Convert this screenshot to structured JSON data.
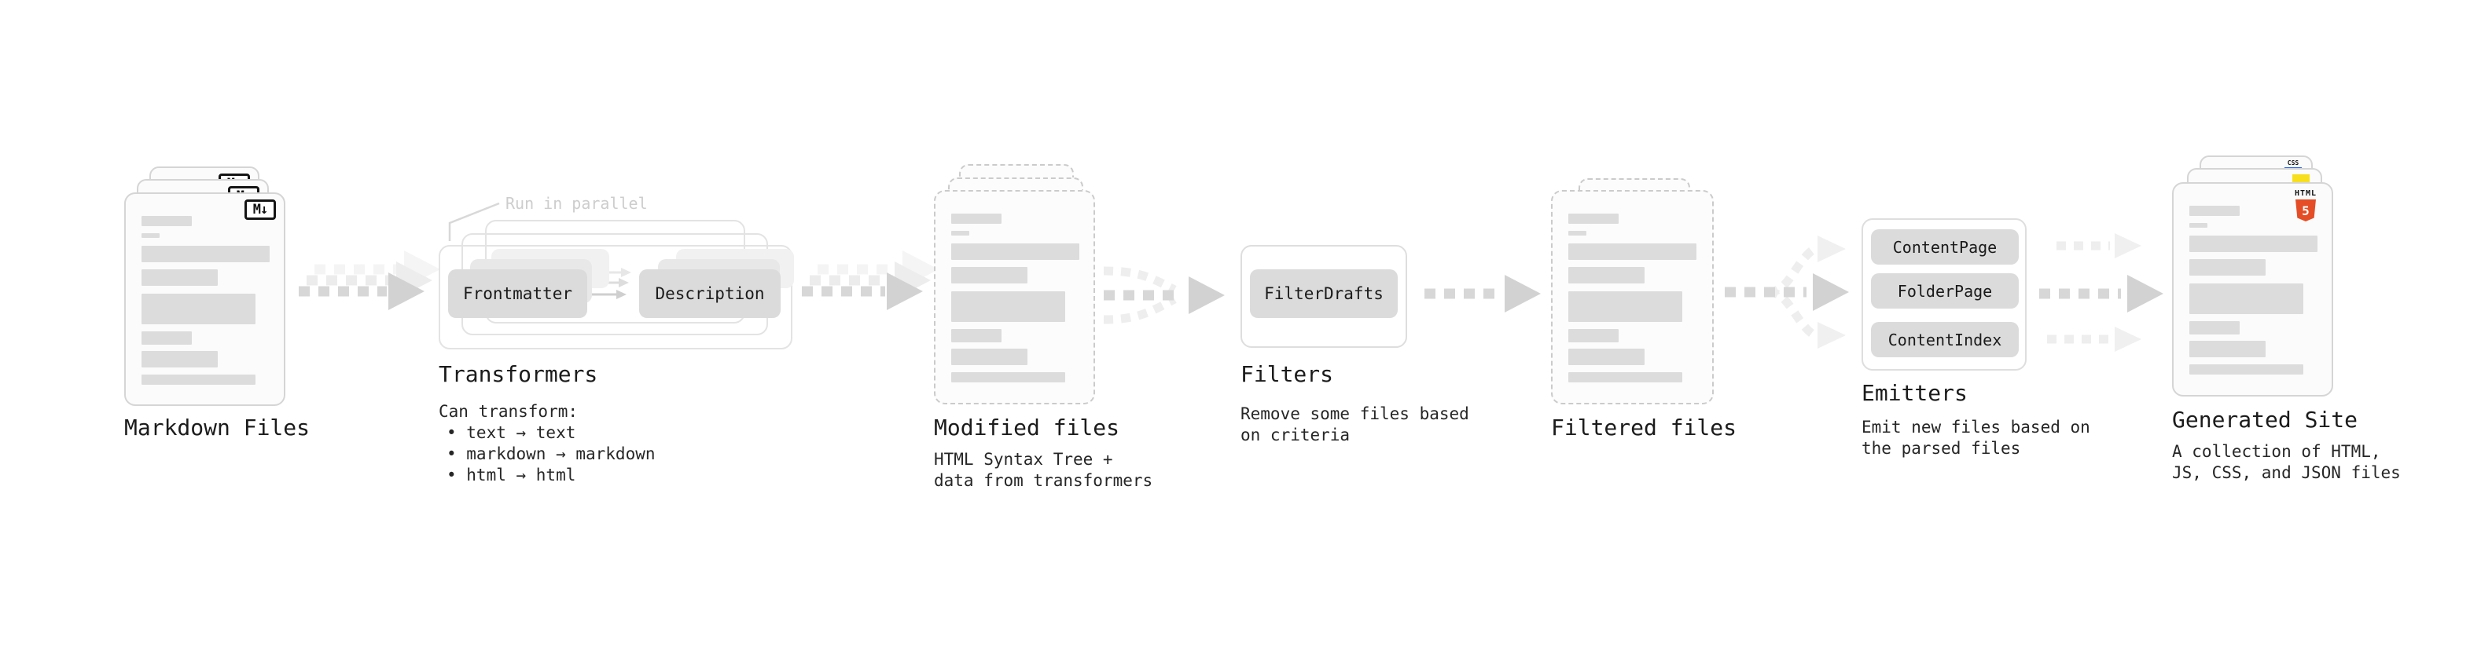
{
  "stages": {
    "markdown": {
      "label": "Markdown Files",
      "badge_text": "M↓"
    },
    "transformers": {
      "label": "Transformers",
      "callout": "Run in parallel",
      "pill_left": "Frontmatter",
      "pill_right": "Description",
      "desc_heading": "Can transform:",
      "bullets": [
        "• text → text",
        "• markdown → markdown",
        "• html → html"
      ]
    },
    "modified": {
      "label": "Modified files",
      "desc": [
        "HTML Syntax Tree +",
        "data from transformers"
      ]
    },
    "filters": {
      "label": "Filters",
      "pill": "FilterDrafts",
      "desc": [
        "Remove some files based",
        "on criteria"
      ]
    },
    "filtered": {
      "label": "Filtered files"
    },
    "emitters": {
      "label": "Emitters",
      "pills": [
        "ContentPage",
        "FolderPage",
        "ContentIndex"
      ],
      "desc": [
        "Emit new files based on",
        "the parsed files"
      ]
    },
    "generated": {
      "label": "Generated Site",
      "desc": [
        "A collection of HTML,",
        "JS, CSS, and JSON files"
      ],
      "html5_text": "HTML",
      "html5_number": "5",
      "css_text": "CSS"
    }
  },
  "colors": {
    "html5_orange": "#e44d26",
    "js_yellow": "#f7df1e",
    "css_blue": "#2965f1",
    "arrow_gray": "#d7d7d7",
    "pill_gray": "#dbdbdb",
    "skeleton_gray": "#dcdcdc",
    "text_dark": "#1b1b1b"
  }
}
